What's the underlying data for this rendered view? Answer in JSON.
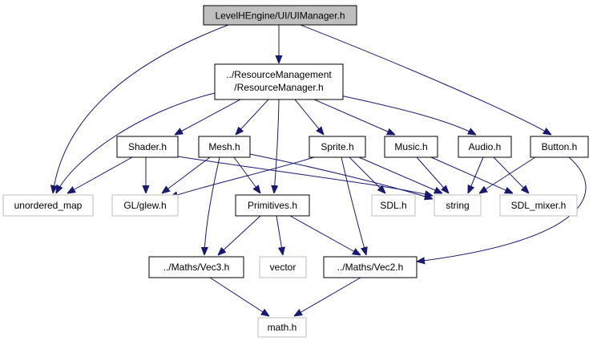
{
  "diagram": {
    "type": "include-dependency-graph",
    "colors": {
      "edge": "#191970",
      "root_fill": "#bfbfbf",
      "root_border": "#000000",
      "internal_fill": "#ffffff",
      "internal_border": "#000000",
      "external_fill": "#ffffff",
      "external_border": "#bfbfbf"
    },
    "nodes": {
      "root": "LevelHEngine/UI/UIManager.h",
      "resource_manager": [
        "../ResourceManagement",
        "/ResourceManager.h"
      ],
      "shader": "Shader.h",
      "mesh": "Mesh.h",
      "sprite": "Sprite.h",
      "music": "Music.h",
      "audio": "Audio.h",
      "button": "Button.h",
      "unordered_map": "unordered_map",
      "glew": "GL/glew.h",
      "primitives": "Primitives.h",
      "sdl": "SDL.h",
      "string": "string",
      "sdl_mixer": "SDL_mixer.h",
      "vec3": "../Maths/Vec3.h",
      "vector": "vector",
      "vec2": "../Maths/Vec2.h",
      "math": "math.h"
    },
    "edges": [
      [
        "root",
        "resource_manager"
      ],
      [
        "root",
        "unordered_map"
      ],
      [
        "root",
        "button"
      ],
      [
        "resource_manager",
        "unordered_map"
      ],
      [
        "resource_manager",
        "shader"
      ],
      [
        "resource_manager",
        "mesh"
      ],
      [
        "resource_manager",
        "primitives"
      ],
      [
        "resource_manager",
        "sprite"
      ],
      [
        "resource_manager",
        "music"
      ],
      [
        "resource_manager",
        "audio"
      ],
      [
        "shader",
        "unordered_map"
      ],
      [
        "shader",
        "glew"
      ],
      [
        "shader",
        "string"
      ],
      [
        "mesh",
        "glew"
      ],
      [
        "mesh",
        "primitives"
      ],
      [
        "mesh",
        "vec3"
      ],
      [
        "mesh",
        "string"
      ],
      [
        "sprite",
        "glew"
      ],
      [
        "sprite",
        "sdl"
      ],
      [
        "sprite",
        "string"
      ],
      [
        "sprite",
        "vec2"
      ],
      [
        "music",
        "string"
      ],
      [
        "music",
        "sdl_mixer"
      ],
      [
        "audio",
        "string"
      ],
      [
        "audio",
        "sdl_mixer"
      ],
      [
        "button",
        "string"
      ],
      [
        "button",
        "vec2"
      ],
      [
        "primitives",
        "vec3"
      ],
      [
        "primitives",
        "vector"
      ],
      [
        "primitives",
        "vec2"
      ],
      [
        "vec3",
        "math"
      ],
      [
        "vec2",
        "math"
      ]
    ]
  }
}
